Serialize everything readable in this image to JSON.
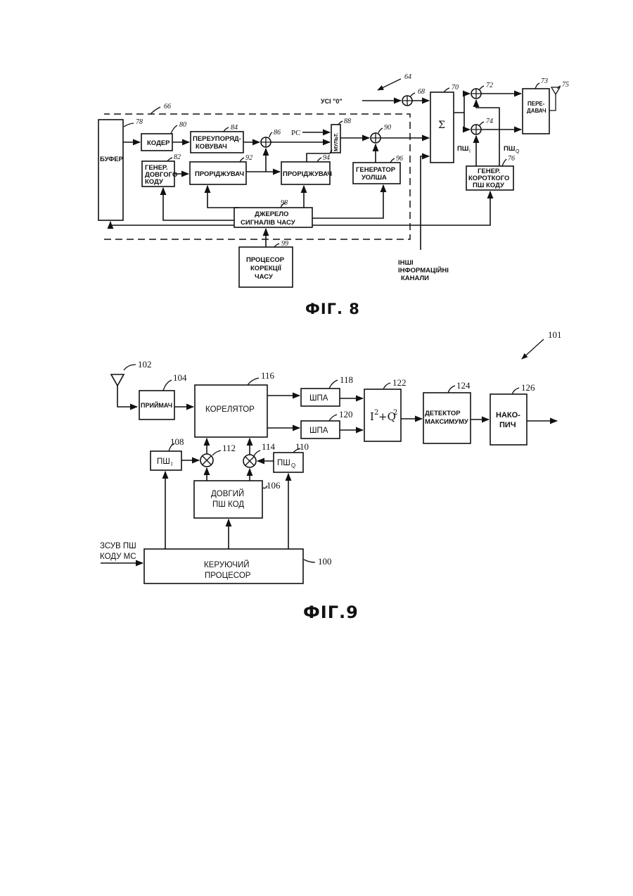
{
  "fig8": {
    "caption": "ФІГ. 8",
    "blocks": {
      "buffer": "БУФЕР",
      "coder": "КОДЕР",
      "reorder_1": "ПЕРЕУПОРЯД-",
      "reorder_2": "КОВУВАЧ",
      "longgen_1": "ГЕНЕР.",
      "longgen_2": "ДОВГОГО",
      "longgen_3": "КОДУ",
      "thinner1": "ПРОРІДЖУВАЧ",
      "thinner2": "ПРОРІДЖУВАЧ",
      "mux": "МУЛЬТ.",
      "walsh_1": "ГЕНЕРАТОР",
      "walsh_2": "УОЛША",
      "timing_1": "ДЖЕРЕЛО",
      "timing_2": "СИГНАЛІВ ЧАСУ",
      "corrproc_1": "ПРОЦЕСОР",
      "corrproc_2": "КОРЕКЦІЇ",
      "corrproc_3": "ЧАСУ",
      "summer": "Σ",
      "tx_1": "ПЕРЕ-",
      "tx_2": "ДАВАЧ",
      "shortgen_1": "ГЕНЕР.",
      "shortgen_2": "КОРОТКОГО",
      "shortgen_3": "ПШ КОДУ"
    },
    "signals": {
      "all_zero": "УСІ \"0\"",
      "pc": "PC",
      "pn_i": "ПШ",
      "pn_i_sub": "I",
      "pn_q": "ПШ",
      "pn_q_sub": "Q",
      "other_1": "ІНШІ",
      "other_2": "ІНФОРМАЦІЙНІ",
      "other_3": "КАНАЛИ"
    },
    "refs": {
      "r64": "64",
      "r66": "66",
      "r68": "68",
      "r70": "70",
      "r72": "72",
      "r73": "73",
      "r74": "74",
      "r75": "75",
      "r76": "76",
      "r78": "78",
      "r80": "80",
      "r82": "82",
      "r84": "84",
      "r86": "86",
      "r88": "88",
      "r90": "90",
      "r92": "92",
      "r94": "94",
      "r96": "96",
      "r98": "98",
      "r99": "99"
    }
  },
  "fig9": {
    "caption": "ФІГ.9",
    "blocks": {
      "receiver": "ПРИЙМАЧ",
      "correlator": "КОРЕЛЯТОР",
      "lpf1": "ШПА",
      "lpf2": "ШПА",
      "iq_i": "I",
      "iq_2a": "2",
      "iq_plus_q": "+Q",
      "iq_2b": "2",
      "maxdet_1": "ДЕТЕКТОР",
      "maxdet_2": "МАКСИМУМУ",
      "acc_1": "НАКО-",
      "acc_2": "ПИЧ",
      "pn_i": "ПШ",
      "pn_i_sub": "I",
      "pn_q": "ПШ",
      "pn_q_sub": "Q",
      "longpn_1": "ДОВГИЙ",
      "longpn_2": "ПШ КОД",
      "ctrl_1": "КЕРУЮЧИЙ",
      "ctrl_2": "ПРОЦЕСОР"
    },
    "signals": {
      "offset_1": "ЗСУВ ПШ",
      "offset_2": "КОДУ МС"
    },
    "refs": {
      "r100": "100",
      "r101": "101",
      "r102": "102",
      "r104": "104",
      "r106": "106",
      "r108": "108",
      "r110": "110",
      "r112": "112",
      "r114": "114",
      "r116": "116",
      "r118": "118",
      "r120": "120",
      "r122": "122",
      "r124": "124",
      "r126": "126"
    }
  }
}
